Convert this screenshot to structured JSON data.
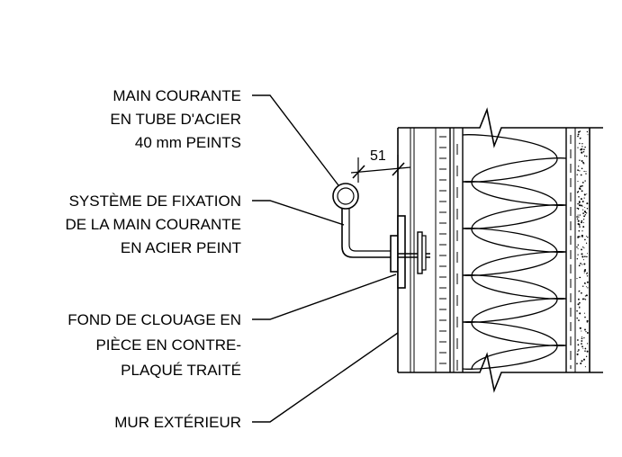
{
  "colors": {
    "line": "#000000",
    "background": "#ffffff"
  },
  "labels": {
    "handrail": [
      "MAIN COURANTE",
      "EN TUBE D'ACIER",
      "40 mm PEINTS"
    ],
    "fixation": [
      "SYSTÈME DE FIXATION",
      "DE LA MAIN COURANTE",
      "EN ACIER PEINT"
    ],
    "blocking": [
      "FOND DE CLOUAGE EN",
      "PIÈCE EN CONTRE-",
      "PLAQUÉ TRAITÉ"
    ],
    "wall": [
      "MUR EXTÉRIEUR"
    ]
  },
  "dimensions": {
    "clearance": "51"
  }
}
